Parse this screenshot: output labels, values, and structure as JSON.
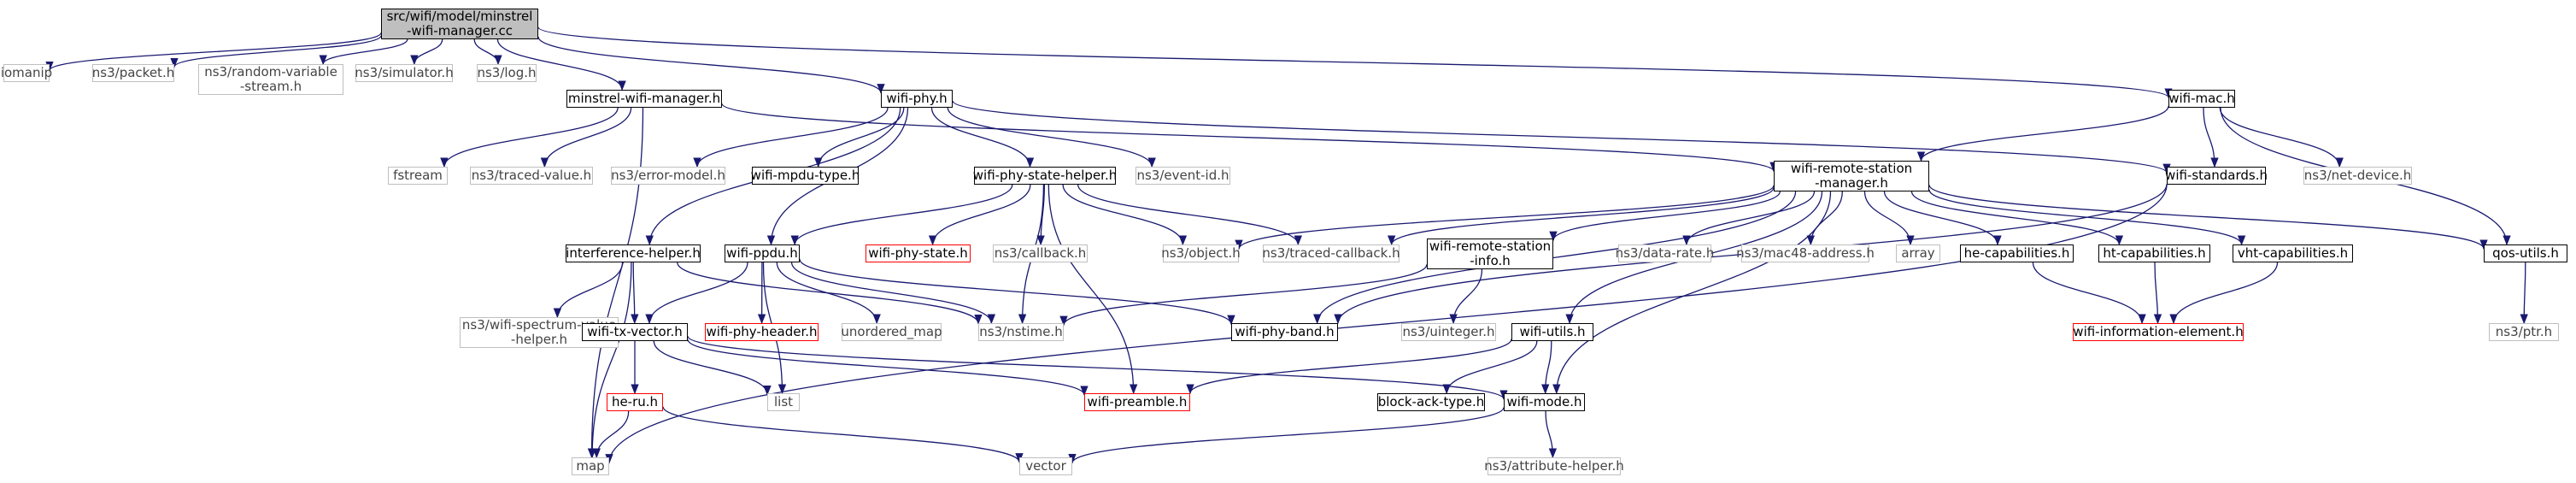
{
  "diagram": {
    "type": "include-dependency-graph",
    "colors": {
      "edge": "#191970",
      "edge_external": "#7f7f7f",
      "root_fill": "#bfbfbf",
      "local_border": "#000000",
      "external_border": "#bfbfbf",
      "missing_border": "#ff0000"
    },
    "nodes": {
      "root": "src/wifi/model/minstrel\n-wifi-manager.cc",
      "iomanip": "iomanip",
      "ns3_packet": "ns3/packet.h",
      "ns3_random_variable_stream": "ns3/random-variable\n-stream.h",
      "ns3_simulator": "ns3/simulator.h",
      "ns3_log": "ns3/log.h",
      "minstrel_wifi_manager": "minstrel-wifi-manager.h",
      "wifi_phy": "wifi-phy.h",
      "wifi_mac": "wifi-mac.h",
      "fstream": "fstream",
      "ns3_traced_value": "ns3/traced-value.h",
      "ns3_error_model": "ns3/error-model.h",
      "wifi_mpdu_type": "wifi-mpdu-type.h",
      "wifi_phy_state_helper": "wifi-phy-state-helper.h",
      "ns3_event_id": "ns3/event-id.h",
      "wifi_remote_station_manager": "wifi-remote-station\n-manager.h",
      "wifi_standards": "wifi-standards.h",
      "ns3_net_device": "ns3/net-device.h",
      "interference_helper": "interference-helper.h",
      "wifi_ppdu": "wifi-ppdu.h",
      "wifi_phy_state": "wifi-phy-state.h",
      "ns3_callback": "ns3/callback.h",
      "ns3_object": "ns3/object.h",
      "ns3_traced_callback": "ns3/traced-callback.h",
      "wifi_remote_station_info": "wifi-remote-station\n-info.h",
      "ns3_data_rate": "ns3/data-rate.h",
      "ns3_mac48_address": "ns3/mac48-address.h",
      "array": "array",
      "he_capabilities": "he-capabilities.h",
      "ht_capabilities": "ht-capabilities.h",
      "vht_capabilities": "vht-capabilities.h",
      "qos_utils": "qos-utils.h",
      "ns3_wifi_spectrum_value_helper": "ns3/wifi-spectrum-value\n-helper.h",
      "wifi_tx_vector": "wifi-tx-vector.h",
      "wifi_phy_header": "wifi-phy-header.h",
      "unordered_map": "unordered_map",
      "ns3_nstime": "ns3/nstime.h",
      "wifi_phy_band": "wifi-phy-band.h",
      "ns3_uinteger": "ns3/uinteger.h",
      "wifi_utils": "wifi-utils.h",
      "wifi_information_element": "wifi-information-element.h",
      "ns3_ptr": "ns3/ptr.h",
      "he_ru": "he-ru.h",
      "list": "list",
      "wifi_preamble": "wifi-preamble.h",
      "block_ack_type": "block-ack-type.h",
      "wifi_mode": "wifi-mode.h",
      "map": "map",
      "vector": "vector",
      "ns3_attribute_helper": "ns3/attribute-helper.h"
    },
    "node_kind": {
      "root": "root",
      "iomanip": "external",
      "ns3_packet": "external",
      "ns3_random_variable_stream": "external",
      "ns3_simulator": "external",
      "ns3_log": "external",
      "minstrel_wifi_manager": "local",
      "wifi_phy": "local",
      "wifi_mac": "local",
      "fstream": "external",
      "ns3_traced_value": "external",
      "ns3_error_model": "external",
      "wifi_mpdu_type": "local",
      "wifi_phy_state_helper": "local",
      "ns3_event_id": "external",
      "wifi_remote_station_manager": "local",
      "wifi_standards": "local",
      "ns3_net_device": "external",
      "interference_helper": "local",
      "wifi_ppdu": "local",
      "wifi_phy_state": "missing",
      "ns3_callback": "external",
      "ns3_object": "external",
      "ns3_traced_callback": "external",
      "wifi_remote_station_info": "local",
      "ns3_data_rate": "external",
      "ns3_mac48_address": "external",
      "array": "external",
      "he_capabilities": "local",
      "ht_capabilities": "local",
      "vht_capabilities": "local",
      "qos_utils": "local",
      "ns3_wifi_spectrum_value_helper": "external",
      "wifi_tx_vector": "local",
      "wifi_phy_header": "missing",
      "unordered_map": "external",
      "ns3_nstime": "external",
      "wifi_phy_band": "local",
      "ns3_uinteger": "external",
      "wifi_utils": "local",
      "wifi_information_element": "missing",
      "ns3_ptr": "external",
      "he_ru": "missing",
      "list": "external",
      "wifi_preamble": "missing",
      "block_ack_type": "local",
      "wifi_mode": "local",
      "map": "external",
      "vector": "external",
      "ns3_attribute_helper": "external"
    },
    "edges": [
      [
        "root",
        "iomanip"
      ],
      [
        "root",
        "ns3_packet"
      ],
      [
        "root",
        "ns3_random_variable_stream"
      ],
      [
        "root",
        "ns3_simulator"
      ],
      [
        "root",
        "ns3_log"
      ],
      [
        "root",
        "minstrel_wifi_manager"
      ],
      [
        "root",
        "wifi_phy"
      ],
      [
        "root",
        "wifi_mac"
      ],
      [
        "minstrel_wifi_manager",
        "fstream"
      ],
      [
        "minstrel_wifi_manager",
        "ns3_traced_value"
      ],
      [
        "minstrel_wifi_manager",
        "wifi_remote_station_manager"
      ],
      [
        "minstrel_wifi_manager",
        "map"
      ],
      [
        "wifi_phy",
        "ns3_error_model"
      ],
      [
        "wifi_phy",
        "wifi_mpdu_type"
      ],
      [
        "wifi_phy",
        "wifi_phy_state_helper"
      ],
      [
        "wifi_phy",
        "ns3_event_id"
      ],
      [
        "wifi_phy",
        "wifi_standards"
      ],
      [
        "wifi_phy",
        "interference_helper"
      ],
      [
        "wifi_phy",
        "wifi_ppdu"
      ],
      [
        "wifi_mac",
        "wifi_remote_station_manager"
      ],
      [
        "wifi_mac",
        "wifi_standards"
      ],
      [
        "wifi_mac",
        "ns3_net_device"
      ],
      [
        "wifi_mac",
        "qos_utils"
      ],
      [
        "wifi_phy_state_helper",
        "wifi_ppdu"
      ],
      [
        "wifi_phy_state_helper",
        "wifi_phy_state"
      ],
      [
        "wifi_phy_state_helper",
        "ns3_callback"
      ],
      [
        "wifi_phy_state_helper",
        "ns3_object"
      ],
      [
        "wifi_phy_state_helper",
        "ns3_traced_callback"
      ],
      [
        "wifi_phy_state_helper",
        "ns3_nstime"
      ],
      [
        "wifi_phy_state_helper",
        "wifi_preamble"
      ],
      [
        "wifi_remote_station_manager",
        "ns3_object"
      ],
      [
        "wifi_remote_station_manager",
        "ns3_traced_callback"
      ],
      [
        "wifi_remote_station_manager",
        "wifi_remote_station_info"
      ],
      [
        "wifi_remote_station_manager",
        "ns3_data_rate"
      ],
      [
        "wifi_remote_station_manager",
        "ns3_mac48_address"
      ],
      [
        "wifi_remote_station_manager",
        "array"
      ],
      [
        "wifi_remote_station_manager",
        "he_capabilities"
      ],
      [
        "wifi_remote_station_manager",
        "ht_capabilities"
      ],
      [
        "wifi_remote_station_manager",
        "vht_capabilities"
      ],
      [
        "wifi_remote_station_manager",
        "qos_utils"
      ],
      [
        "wifi_remote_station_manager",
        "wifi_utils"
      ],
      [
        "wifi_remote_station_manager",
        "wifi_mode"
      ],
      [
        "wifi_remote_station_manager",
        "wifi_phy_band"
      ],
      [
        "wifi_standards",
        "wifi_phy_band"
      ],
      [
        "wifi_standards",
        "map"
      ],
      [
        "interference_helper",
        "ns3_wifi_spectrum_value_helper"
      ],
      [
        "interference_helper",
        "wifi_tx_vector"
      ],
      [
        "interference_helper",
        "ns3_nstime"
      ],
      [
        "interference_helper",
        "map"
      ],
      [
        "wifi_ppdu",
        "wifi_tx_vector"
      ],
      [
        "wifi_ppdu",
        "wifi_phy_header"
      ],
      [
        "wifi_ppdu",
        "unordered_map"
      ],
      [
        "wifi_ppdu",
        "ns3_nstime"
      ],
      [
        "wifi_ppdu",
        "wifi_phy_band"
      ],
      [
        "wifi_ppdu",
        "list"
      ],
      [
        "wifi_remote_station_info",
        "ns3_nstime"
      ],
      [
        "wifi_remote_station_info",
        "ns3_uinteger"
      ],
      [
        "he_capabilities",
        "wifi_information_element"
      ],
      [
        "ht_capabilities",
        "wifi_information_element"
      ],
      [
        "vht_capabilities",
        "wifi_information_element"
      ],
      [
        "qos_utils",
        "ns3_ptr"
      ],
      [
        "wifi_tx_vector",
        "he_ru"
      ],
      [
        "wifi_tx_vector",
        "list"
      ],
      [
        "wifi_tx_vector",
        "wifi_preamble"
      ],
      [
        "wifi_tx_vector",
        "wifi_mode"
      ],
      [
        "wifi_utils",
        "wifi_preamble"
      ],
      [
        "wifi_utils",
        "block_ack_type"
      ],
      [
        "wifi_utils",
        "wifi_mode"
      ],
      [
        "he_ru",
        "map"
      ],
      [
        "he_ru",
        "vector"
      ],
      [
        "wifi_mode",
        "vector"
      ],
      [
        "wifi_mode",
        "ns3_attribute_helper"
      ]
    ]
  }
}
